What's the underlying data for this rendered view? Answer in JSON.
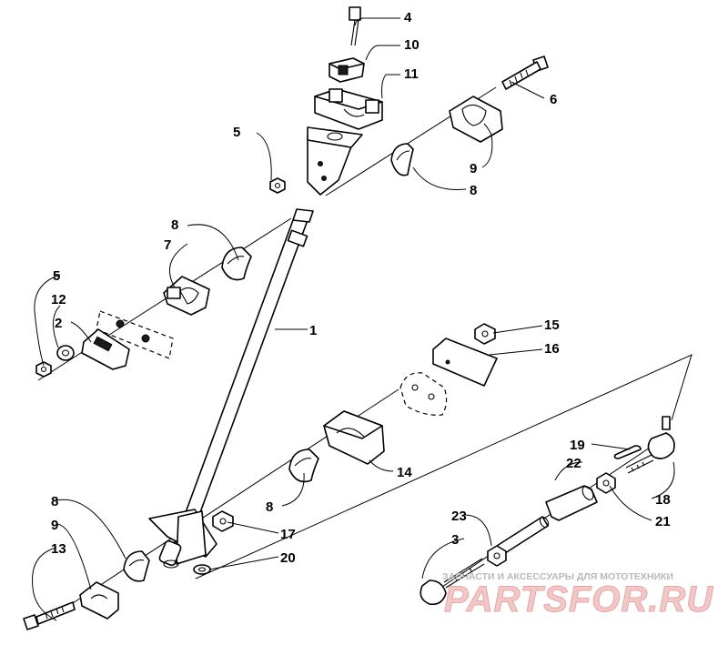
{
  "callouts": {
    "c1": "1",
    "c2": "2",
    "c3": "3",
    "c4": "4",
    "c5a": "5",
    "c5b": "5",
    "c6": "6",
    "c7": "7",
    "c8a": "8",
    "c8b": "8",
    "c8c": "8",
    "c8d": "8",
    "c9a": "9",
    "c9b": "9",
    "c10": "10",
    "c11": "11",
    "c12": "12",
    "c13": "13",
    "c14": "14",
    "c15": "15",
    "c16": "16",
    "c17": "17",
    "c18": "18",
    "c19": "19",
    "c20": "20",
    "c21": "21",
    "c22": "22",
    "c23": "23"
  },
  "watermark": {
    "tagline": "ЗАПЧАСТИ И АКСЕССУАРЫ ДЛЯ МОТОТЕХНИКИ",
    "brand": "PARTSFOR.RU"
  }
}
